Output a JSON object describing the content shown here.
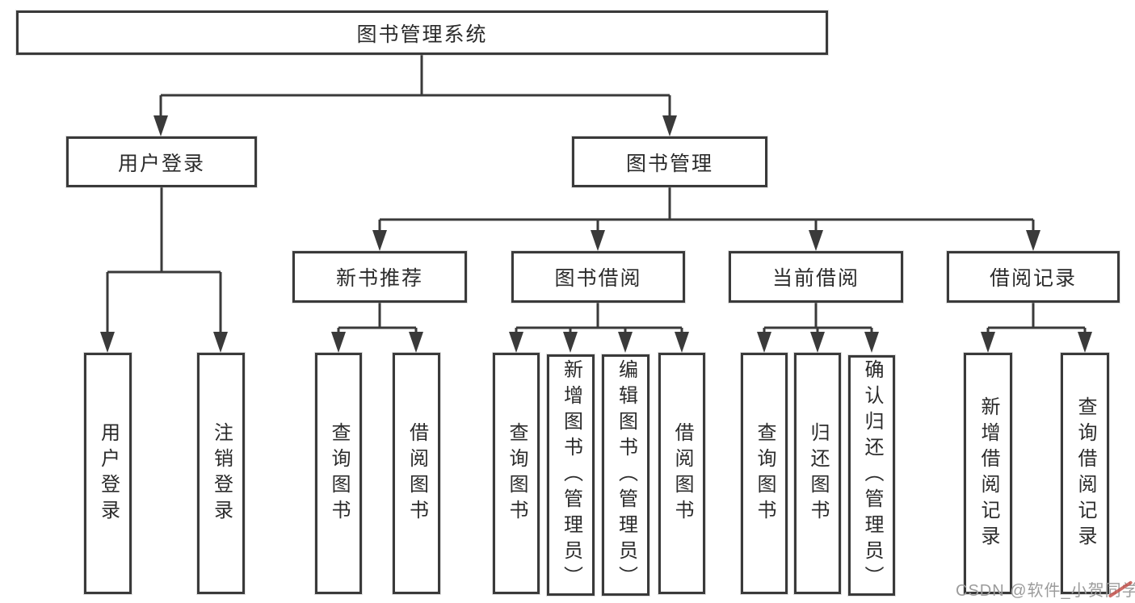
{
  "colors": {
    "line": "#3a3a3a",
    "text": "#2b2b2b",
    "watermark": "#9c9c9c",
    "watermark_accent": "#c24a43"
  },
  "diagram": {
    "type": "hierarchy-tree",
    "root": {
      "label": "图书管理系统",
      "children": [
        {
          "label": "用户登录",
          "children": [
            {
              "label": "用户登录"
            },
            {
              "label": "注销登录"
            }
          ]
        },
        {
          "label": "图书管理",
          "children": [
            {
              "label": "新书推荐",
              "children": [
                {
                  "label": "查询图书"
                },
                {
                  "label": "借阅图书"
                }
              ]
            },
            {
              "label": "图书借阅",
              "children": [
                {
                  "label": "查询图书"
                },
                {
                  "label": "新增图书（管理员）"
                },
                {
                  "label": "编辑图书（管理员）"
                },
                {
                  "label": "借阅图书"
                }
              ]
            },
            {
              "label": "当前借阅",
              "children": [
                {
                  "label": "查询图书"
                },
                {
                  "label": "归还图书"
                },
                {
                  "label": "确认归还（管理员）"
                }
              ]
            },
            {
              "label": "借阅记录",
              "children": [
                {
                  "label": "新增借阅记录"
                },
                {
                  "label": "查询借阅记录"
                }
              ]
            }
          ]
        }
      ]
    }
  },
  "watermark": {
    "text": "CSDN @软件_小贺同学"
  }
}
